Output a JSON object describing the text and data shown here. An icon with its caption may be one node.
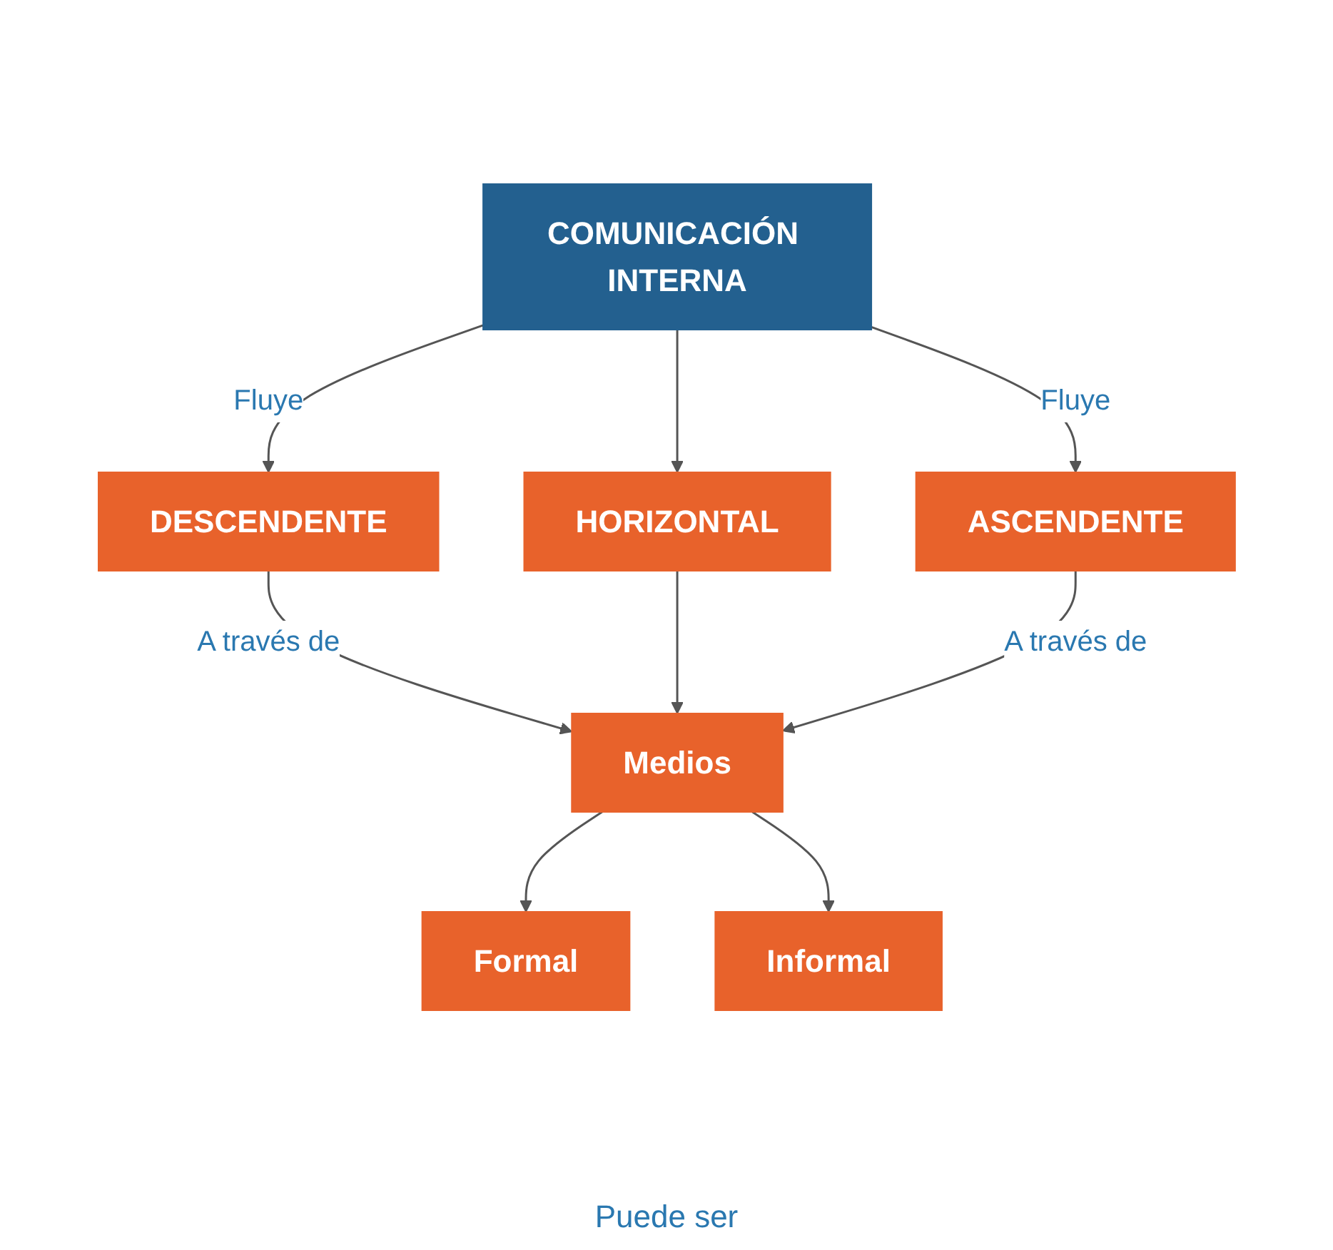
{
  "diagram": {
    "nodes": [
      {
        "text": [
          "COMUNICACIÓN INTERNA"
        ]
      },
      {
        "text": [
          "DESCENDENTE"
        ]
      },
      {
        "text": [
          "ASCENDENTE"
        ]
      },
      {
        "text": [
          "HORIZONTAL"
        ]
      },
      {
        "text": [
          "Medios"
        ]
      },
      {
        "text": [
          "Formal"
        ]
      },
      {
        "text": [
          "Informal"
        ]
      }
    ],
    "edges": [
      {
        "from": 0,
        "to": 1,
        "arrow": "to",
        "label": "Fluye"
      },
      {
        "from": 0,
        "to": 3,
        "arrow": "to"
      },
      {
        "from": 0,
        "to": 2,
        "arrow": "to",
        "label": "Fluye"
      },
      {
        "from": 1,
        "to": 4,
        "arrow": "to",
        "label": "A través de"
      },
      {
        "from": 3,
        "to": 4,
        "arrow": "to"
      },
      {
        "from": 2,
        "to": 4,
        "arrow": "to",
        "label": "A través de"
      },
      {
        "from": 4,
        "to": 5,
        "arrow": "to"
      },
      {
        "from": 4,
        "to": 6,
        "arrow": "to"
      }
    ],
    "labels": [
      "Puede ser"
    ]
  }
}
